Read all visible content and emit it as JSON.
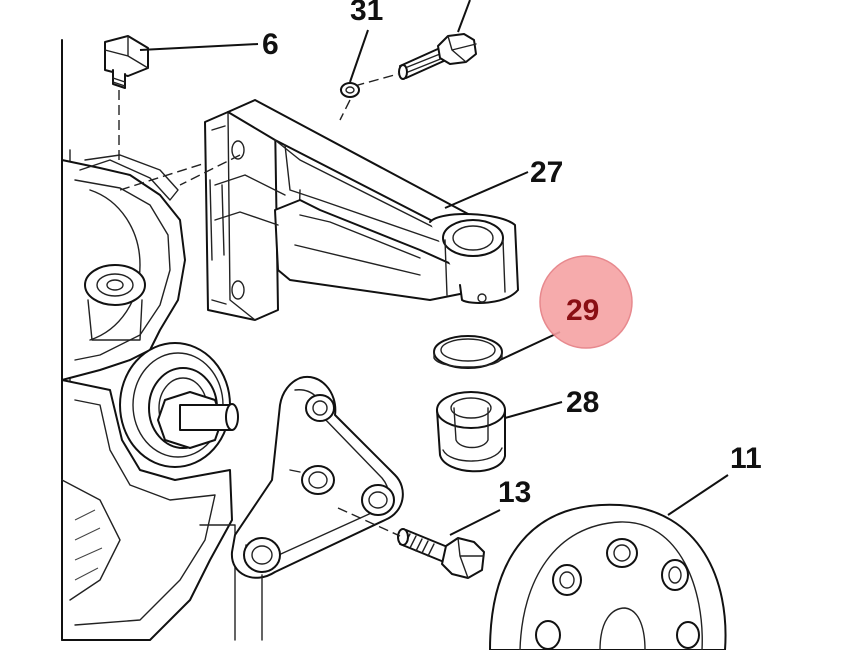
{
  "diagram": {
    "highlight_color": "#f6a2a4",
    "highlight_stroke": "#e57d82",
    "callouts": {
      "c31": "31",
      "c6": "6",
      "c27": "27",
      "c29": "29",
      "c28": "28",
      "c13": "13",
      "c11": "11"
    }
  }
}
